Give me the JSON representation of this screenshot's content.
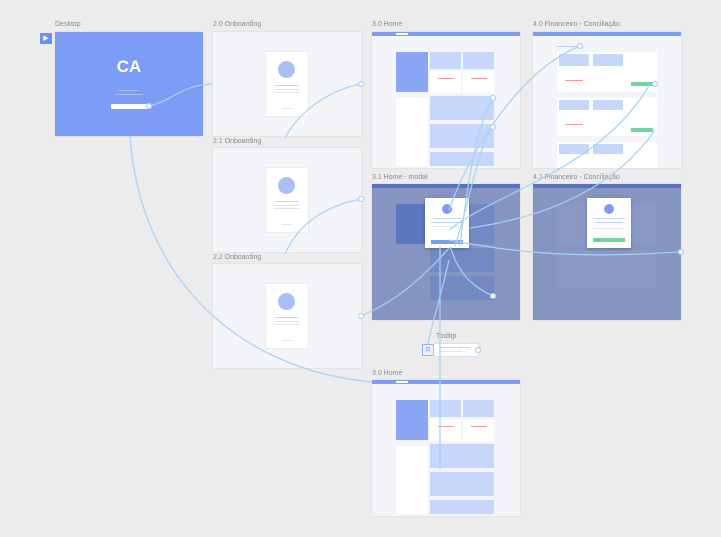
{
  "artboards": {
    "desktop": {
      "label": "Desktop",
      "logo": "CA"
    },
    "onboarding_20": {
      "label": "2.0 Onboarding"
    },
    "onboarding_21": {
      "label": "2.1 Onboarding"
    },
    "onboarding_22": {
      "label": "2.2 Onboarding"
    },
    "home_30": {
      "label": "3.0 Home"
    },
    "home_31": {
      "label": "3.1 Home - modal"
    },
    "fin_40": {
      "label": "4.0 Financeiro - Conciliação"
    },
    "fin_41": {
      "label": "4.1 Financeiro - Conciliação"
    },
    "tooltip": {
      "label": "Tooltip"
    },
    "home_30b": {
      "label": "3.0 Home"
    }
  },
  "icons": {
    "play": "play-icon",
    "tooltip": "tooltip-icon"
  },
  "colors": {
    "canvas": "#ececec",
    "artboard": "#f4f5f8",
    "accent": "#7c9cf5",
    "link": "#a6d2f7",
    "green": "#6fd3a6",
    "red": "#f09a9a"
  }
}
